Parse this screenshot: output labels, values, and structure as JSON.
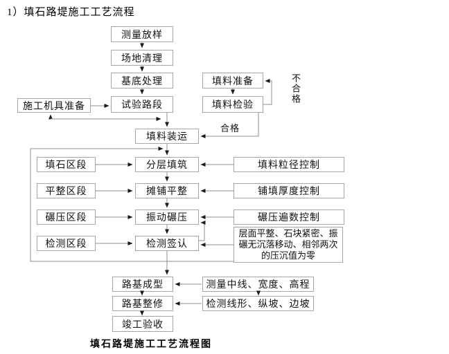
{
  "title": "1）填石路堤施工工艺流程",
  "caption": "填石路堤施工工艺流程图",
  "edge_labels": {
    "pass": "合格",
    "fail": "不合格"
  },
  "nodes": {
    "survey-layout": "测量放样",
    "site-clearing": "场地清理",
    "foundation-treatment": "基底处理",
    "trial-section": "试验路段",
    "machinery-preparation": "施工机具准备",
    "fill-preparation": "填料准备",
    "fill-inspection": "填料检验",
    "fill-transport": "填料装运",
    "rockfill-zone": "填石区段",
    "leveling-zone": "平整区段",
    "rolling-zone": "碾压区段",
    "testing-zone": "检测区段",
    "layered-filling": "分层填筑",
    "spreading-leveling": "摊铺平整",
    "vibratory-rolling": "振动碾压",
    "inspection-signoff": "检测签认",
    "particle-size-control": "填料粒径控制",
    "thickness-control": "铺填厚度控制",
    "rolling-passes-control": "碾压遍数控制",
    "acceptance-criteria": "层面平整、石块紧密、振碾无沉落移动、相邻两次的压沉值为零",
    "subgrade-forming": "路基成型",
    "centerline-check": "测量中线、宽度、高程",
    "subgrade-trimming": "路基整修",
    "alignment-check": "检测线形、纵坡、边坡",
    "completion-acceptance": "竣工验收"
  }
}
